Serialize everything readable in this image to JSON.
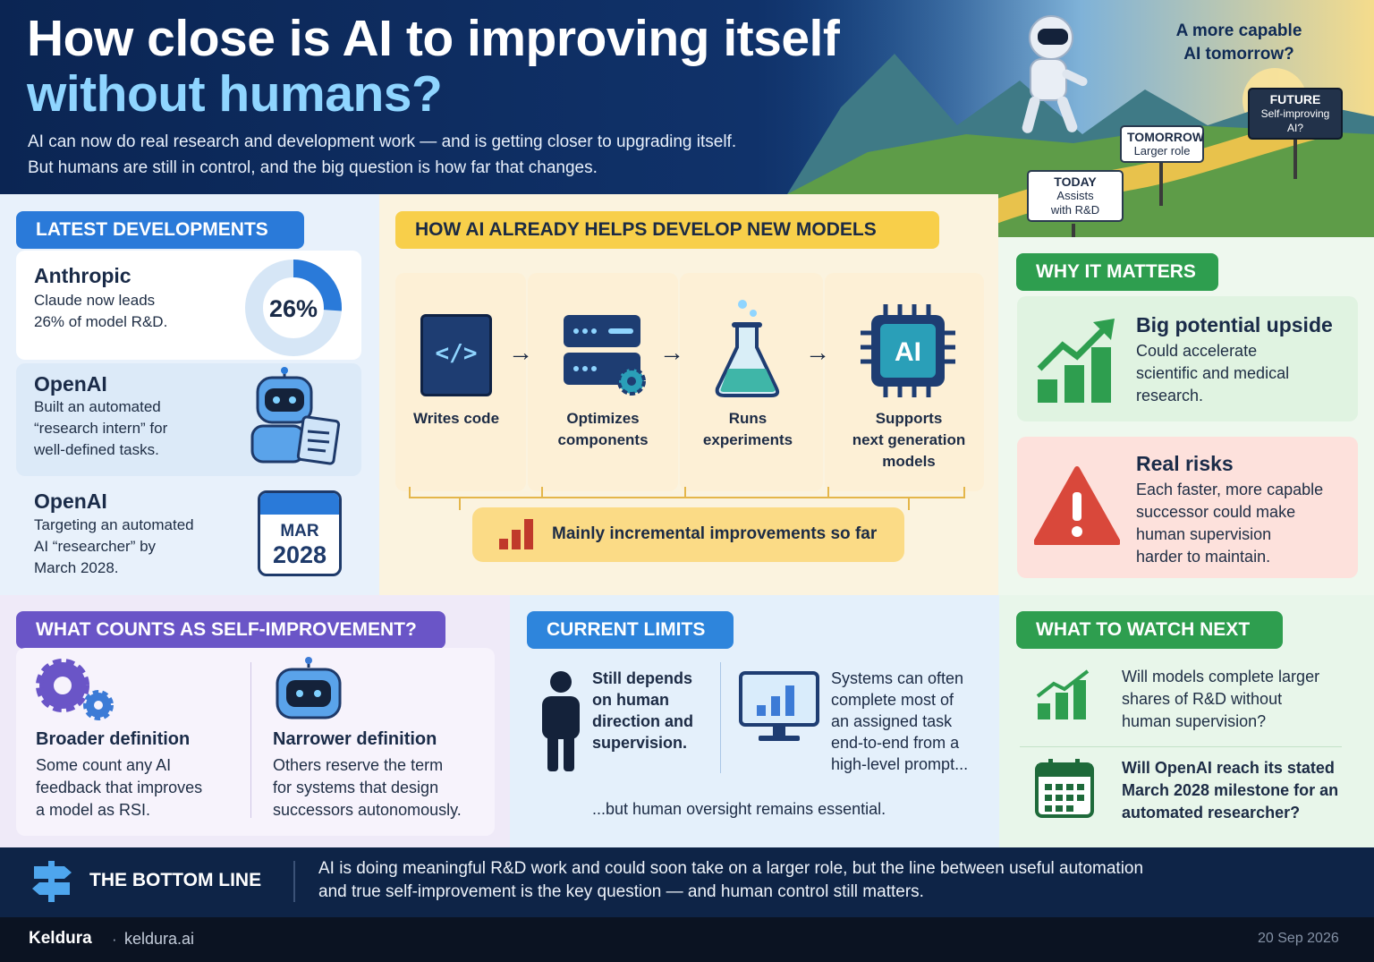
{
  "header": {
    "title_line1": "How close is AI to improving itself",
    "title_line2": "without humans?",
    "subtitle_line1": "AI can now do real research and development work — and is getting closer to upgrading itself.",
    "subtitle_line2": "But humans are still in control, and the big question is how far that changes.",
    "question_line1": "A more capable",
    "question_line2": "AI tomorrow?",
    "signs": {
      "today_title": "TODAY",
      "today_line1": "Assists",
      "today_line2": "with R&D",
      "tomorrow_title": "TOMORROW",
      "tomorrow_line1": "Larger role",
      "future_title": "FUTURE",
      "future_line1": "Self-improving",
      "future_line2": "AI?"
    }
  },
  "latest": {
    "heading": "LATEST DEVELOPMENTS",
    "items": [
      {
        "org": "Anthropic",
        "line1": "Claude now leads",
        "line2": "26% of model R&D.",
        "line3": ""
      },
      {
        "org": "OpenAI",
        "line1": "Built an automated",
        "line2": "“research intern” for",
        "line3": "well-defined tasks."
      },
      {
        "org": "OpenAI",
        "line1": "Targeting an automated",
        "line2": "AI “researcher” by",
        "line3": "March 2028."
      }
    ],
    "donut_label": "26%",
    "donut_value": 0.26,
    "calendar_month": "MAR",
    "calendar_year": "2028"
  },
  "helps": {
    "heading": "HOW AI ALREADY HELPS DEVELOP NEW MODELS",
    "steps": [
      {
        "line1": "Writes code",
        "line2": "",
        "line3": ""
      },
      {
        "line1": "Optimizes",
        "line2": "components",
        "line3": ""
      },
      {
        "line1": "Runs",
        "line2": "experiments",
        "line3": ""
      },
      {
        "line1": "Supports",
        "line2": "next generation",
        "line3": "models"
      }
    ],
    "chip_label": "AI",
    "code_glyph": "</>",
    "arrow": "→",
    "footnote": "Mainly incremental improvements so far"
  },
  "why": {
    "heading": "WHY IT MATTERS",
    "upside_title": "Big potential upside",
    "upside_line1": "Could accelerate",
    "upside_line2": "scientific and medical",
    "upside_line3": "research.",
    "risk_title": "Real risks",
    "risk_line1": "Each faster, more capable",
    "risk_line2": "successor could make",
    "risk_line3": "human supervision",
    "risk_line4": "harder to maintain."
  },
  "self_improvement": {
    "heading": "WHAT COUNTS AS SELF-IMPROVEMENT?",
    "broad_title": "Broader definition",
    "broad_line1": "Some count any AI",
    "broad_line2": "feedback that improves",
    "broad_line3": "a model as RSI.",
    "narrow_title": "Narrower definition",
    "narrow_line1": "Others reserve the term",
    "narrow_line2": "for systems that design",
    "narrow_line3": "successors autonomously."
  },
  "limits": {
    "heading": "CURRENT LIMITS",
    "left_line1": "Still depends",
    "left_line2": "on human",
    "left_line3": "direction and",
    "left_line4": "supervision.",
    "right_line1": "Systems can often",
    "right_line2": "complete most of",
    "right_line3": "an assigned task",
    "right_line4": "end-to-end from a",
    "right_line5": "high-level prompt...",
    "footnote": "...but human oversight remains essential."
  },
  "watch": {
    "heading": "WHAT TO WATCH NEXT",
    "q1_line1": "Will models complete larger",
    "q1_line2": "shares of R&D without",
    "q1_line3": "human supervision?",
    "q2_line1": "Will OpenAI reach its stated",
    "q2_line2": "March 2028 milestone for an",
    "q2_line3": "automated researcher?"
  },
  "bottom_line": {
    "heading": "THE BOTTOM LINE",
    "line1": "AI is doing meaningful R&D work and could soon take on a larger role, but the line between useful automation",
    "line2": "and true self-improvement is the key question — and human control still matters."
  },
  "footer": {
    "brand": "Keldura",
    "separator": "·",
    "domain": "keldura.ai",
    "date": "20 Sep 2026"
  },
  "colors": {
    "navy": "#0e2447",
    "blue_accent": "#2a7ad9",
    "green_accent": "#2e9e4f",
    "purple_accent": "#6a55c7",
    "yellow_accent": "#f8cf4a",
    "risk_red": "#d9483b"
  }
}
